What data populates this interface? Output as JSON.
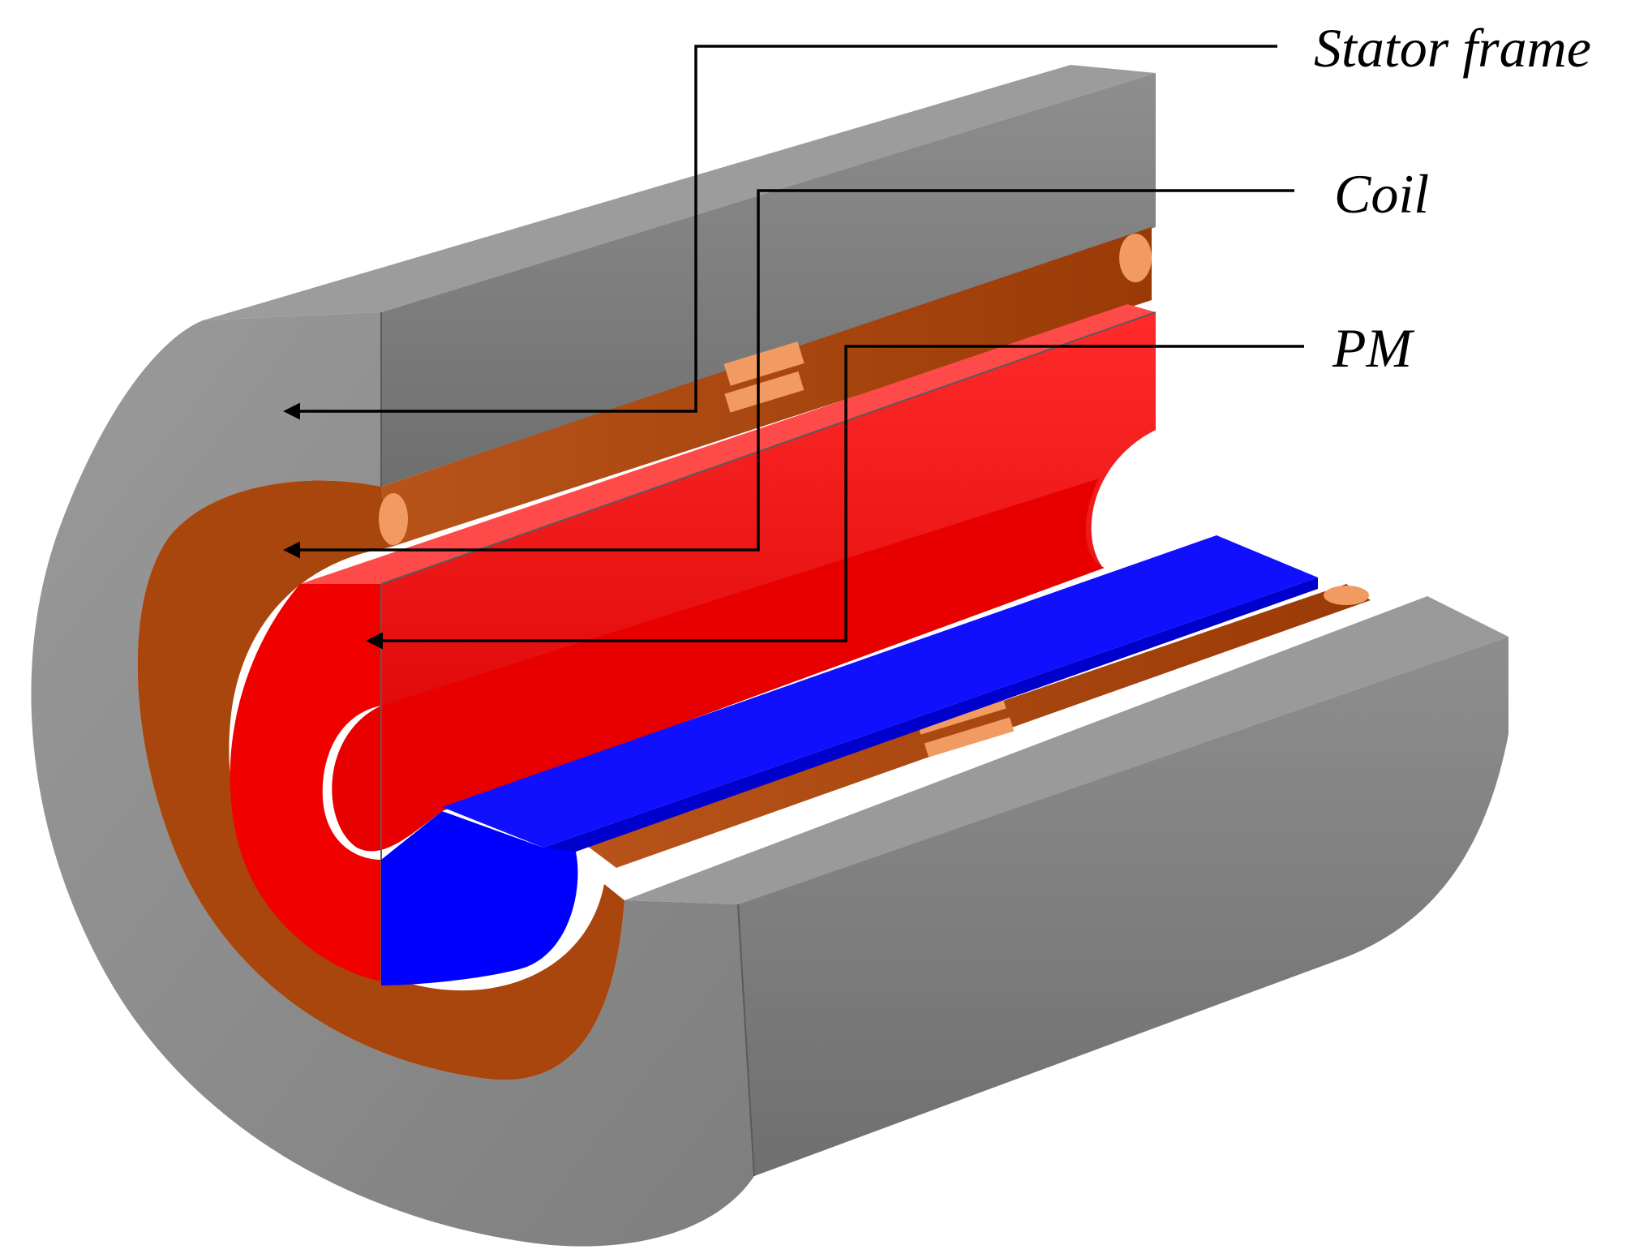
{
  "figure": {
    "labels": {
      "stator_frame": "Stator frame",
      "coil": "Coil",
      "pm": "PM"
    },
    "colors": {
      "stator_frame": "#8a8a8a",
      "coil": "#a8420c",
      "pm": "#ff0000",
      "mover_core": "#0000ff",
      "background": "#ffffff"
    }
  }
}
